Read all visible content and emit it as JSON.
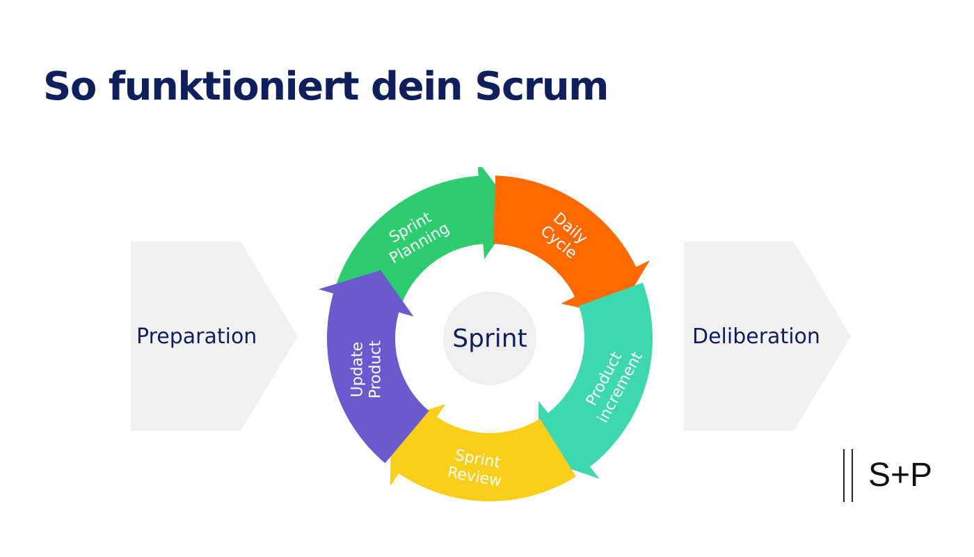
{
  "title": "So funktioniert dein Scrum",
  "phases": {
    "before": "Preparation",
    "after": "Deliberation"
  },
  "cycle": {
    "center_label": "Sprint",
    "steps": [
      {
        "line1": "Sprint",
        "line2": "Planning",
        "color": "#2ecc71"
      },
      {
        "line1": "Daily",
        "line2": "Cycle",
        "color": "#ff6a00"
      },
      {
        "line1": "Product",
        "line2": "increment",
        "color": "#3ed8b0"
      },
      {
        "line1": "Sprint",
        "line2": "Review",
        "color": "#f9cf1b"
      },
      {
        "line1": "Update",
        "line2": "Product",
        "color": "#6a5acd"
      }
    ]
  },
  "colors": {
    "title": "#0f1f5c",
    "chevron_fill": "#f1f1f2",
    "center_circle": "#efeff1"
  },
  "logo": "S+P"
}
